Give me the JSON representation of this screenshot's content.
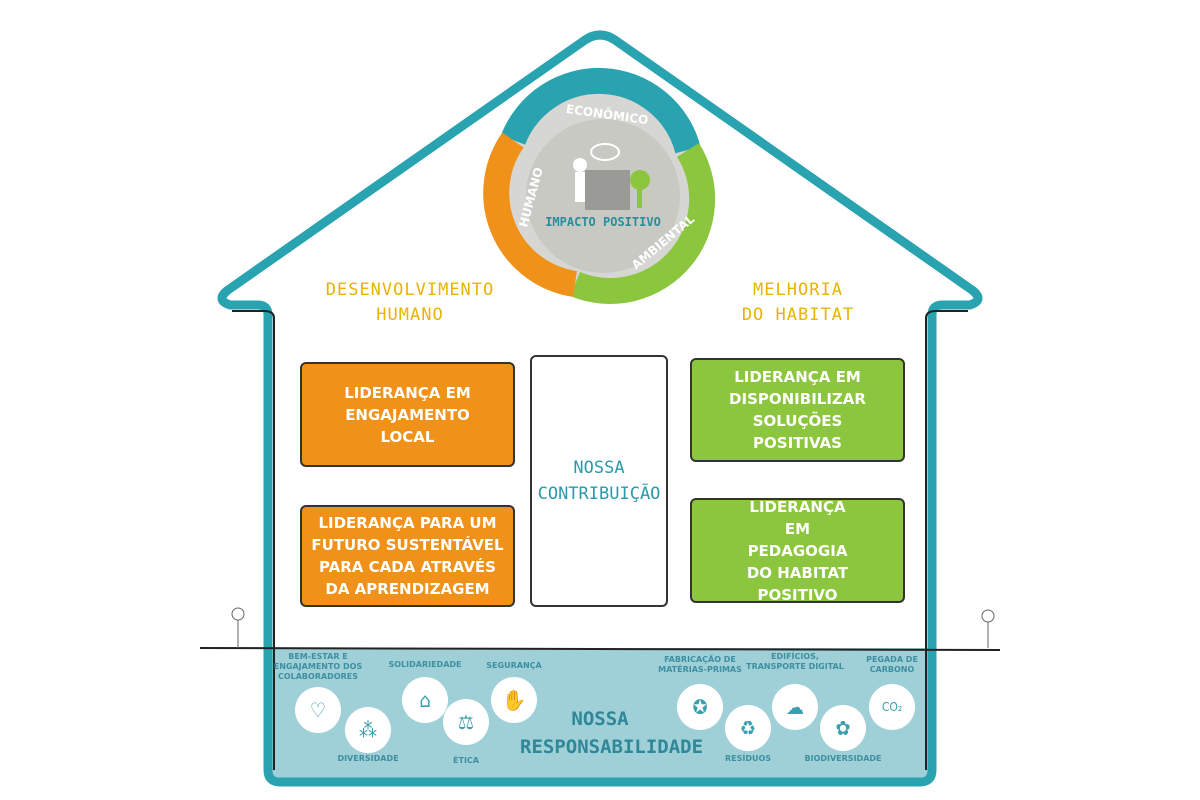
{
  "logo": {
    "economico": "ECONÔMICO",
    "humano": "HUMANO",
    "ambiental": "AMBIENTAL",
    "center": "IMPACTO POSITIVO"
  },
  "pillars": {
    "left_title": [
      "DESENVOLVIMENTO",
      "HUMANO"
    ],
    "right_title": [
      "MELHORIA",
      "DO HABITAT"
    ]
  },
  "boxes": {
    "orange1": "LIDERANÇA EM ENGAJAMENTO LOCAL",
    "orange2": "LIDERANÇA PARA UM FUTURO SUSTENTÁVEL PARA CADA ATRAVÉS DA APRENDIZAGEM",
    "center": "NOSSA CONTRIBUIÇÃO",
    "green1": "LIDERANÇA EM DISPONIBILIZAR SOLUÇÕES POSITIVAS",
    "green2": "LIDERANÇA EM PEDAGOGIA DO HABITAT POSITIVO"
  },
  "foundation": {
    "title": [
      "NOSSA",
      "RESPONSABILIDADE"
    ],
    "items": [
      {
        "label": "BEM-ESTAR E ENGAJAMENTO DOS COLABORADORES",
        "icon": "♡"
      },
      {
        "label": "DIVERSIDADE",
        "icon": "⁂"
      },
      {
        "label": "SOLIDARIEDADE",
        "icon": "⌂"
      },
      {
        "label": "ÉTICA",
        "icon": "⚖"
      },
      {
        "label": "SEGURANÇA",
        "icon": "✋"
      },
      {
        "label": "FABRICAÇÃO DE MATÉRIAS-PRIMAS",
        "icon": "✪"
      },
      {
        "label": "RESÍDUOS",
        "icon": "♻"
      },
      {
        "label": "EDIFÍCIOS, TRANSPORTE DIGITAL",
        "icon": "☁"
      },
      {
        "label": "BIODIVERSIDADE",
        "icon": "✿"
      },
      {
        "label": "PEGADA DE CARBONO",
        "icon": "CO₂"
      }
    ]
  },
  "colors": {
    "teal": "#2aa3b1",
    "orange": "#f0911a",
    "green": "#8cc63e",
    "yellow": "#e8b400",
    "foundation": "#9fd0d8"
  }
}
